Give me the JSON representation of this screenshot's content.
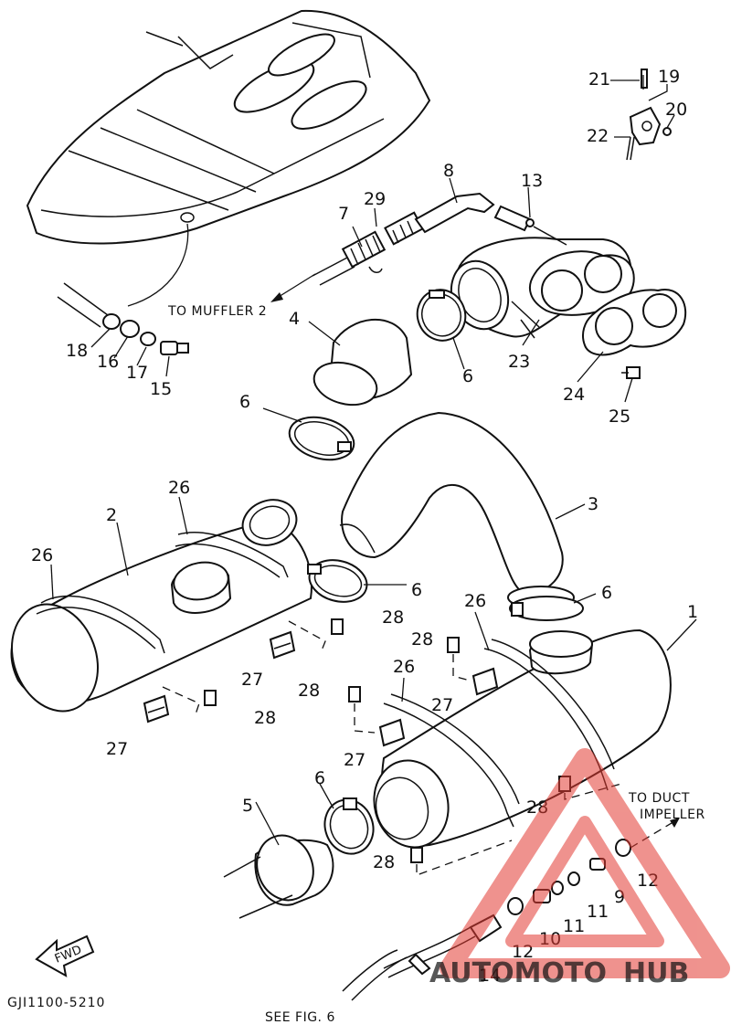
{
  "diagram": {
    "drawing_code": "GJI1100-5210",
    "fwd_label": "FWD",
    "notes": {
      "to_muffler": "TO MUFFLER 2",
      "to_duct_line1": "TO DUCT",
      "to_duct_line2": "IMPELLER",
      "see_fig": "SEE FIG. 6"
    },
    "callouts": [
      "1",
      "2",
      "3",
      "4",
      "5",
      "6",
      "7",
      "8",
      "9",
      "10",
      "11",
      "12",
      "13",
      "14",
      "15",
      "16",
      "17",
      "18",
      "19",
      "20",
      "21",
      "22",
      "23",
      "24",
      "25",
      "26",
      "27",
      "28",
      "29"
    ]
  },
  "watermark": {
    "part1": "AUTOMOTO",
    "part2": "HUB",
    "color_red": "#e23a32",
    "color_gray": "#6a6a6a"
  }
}
